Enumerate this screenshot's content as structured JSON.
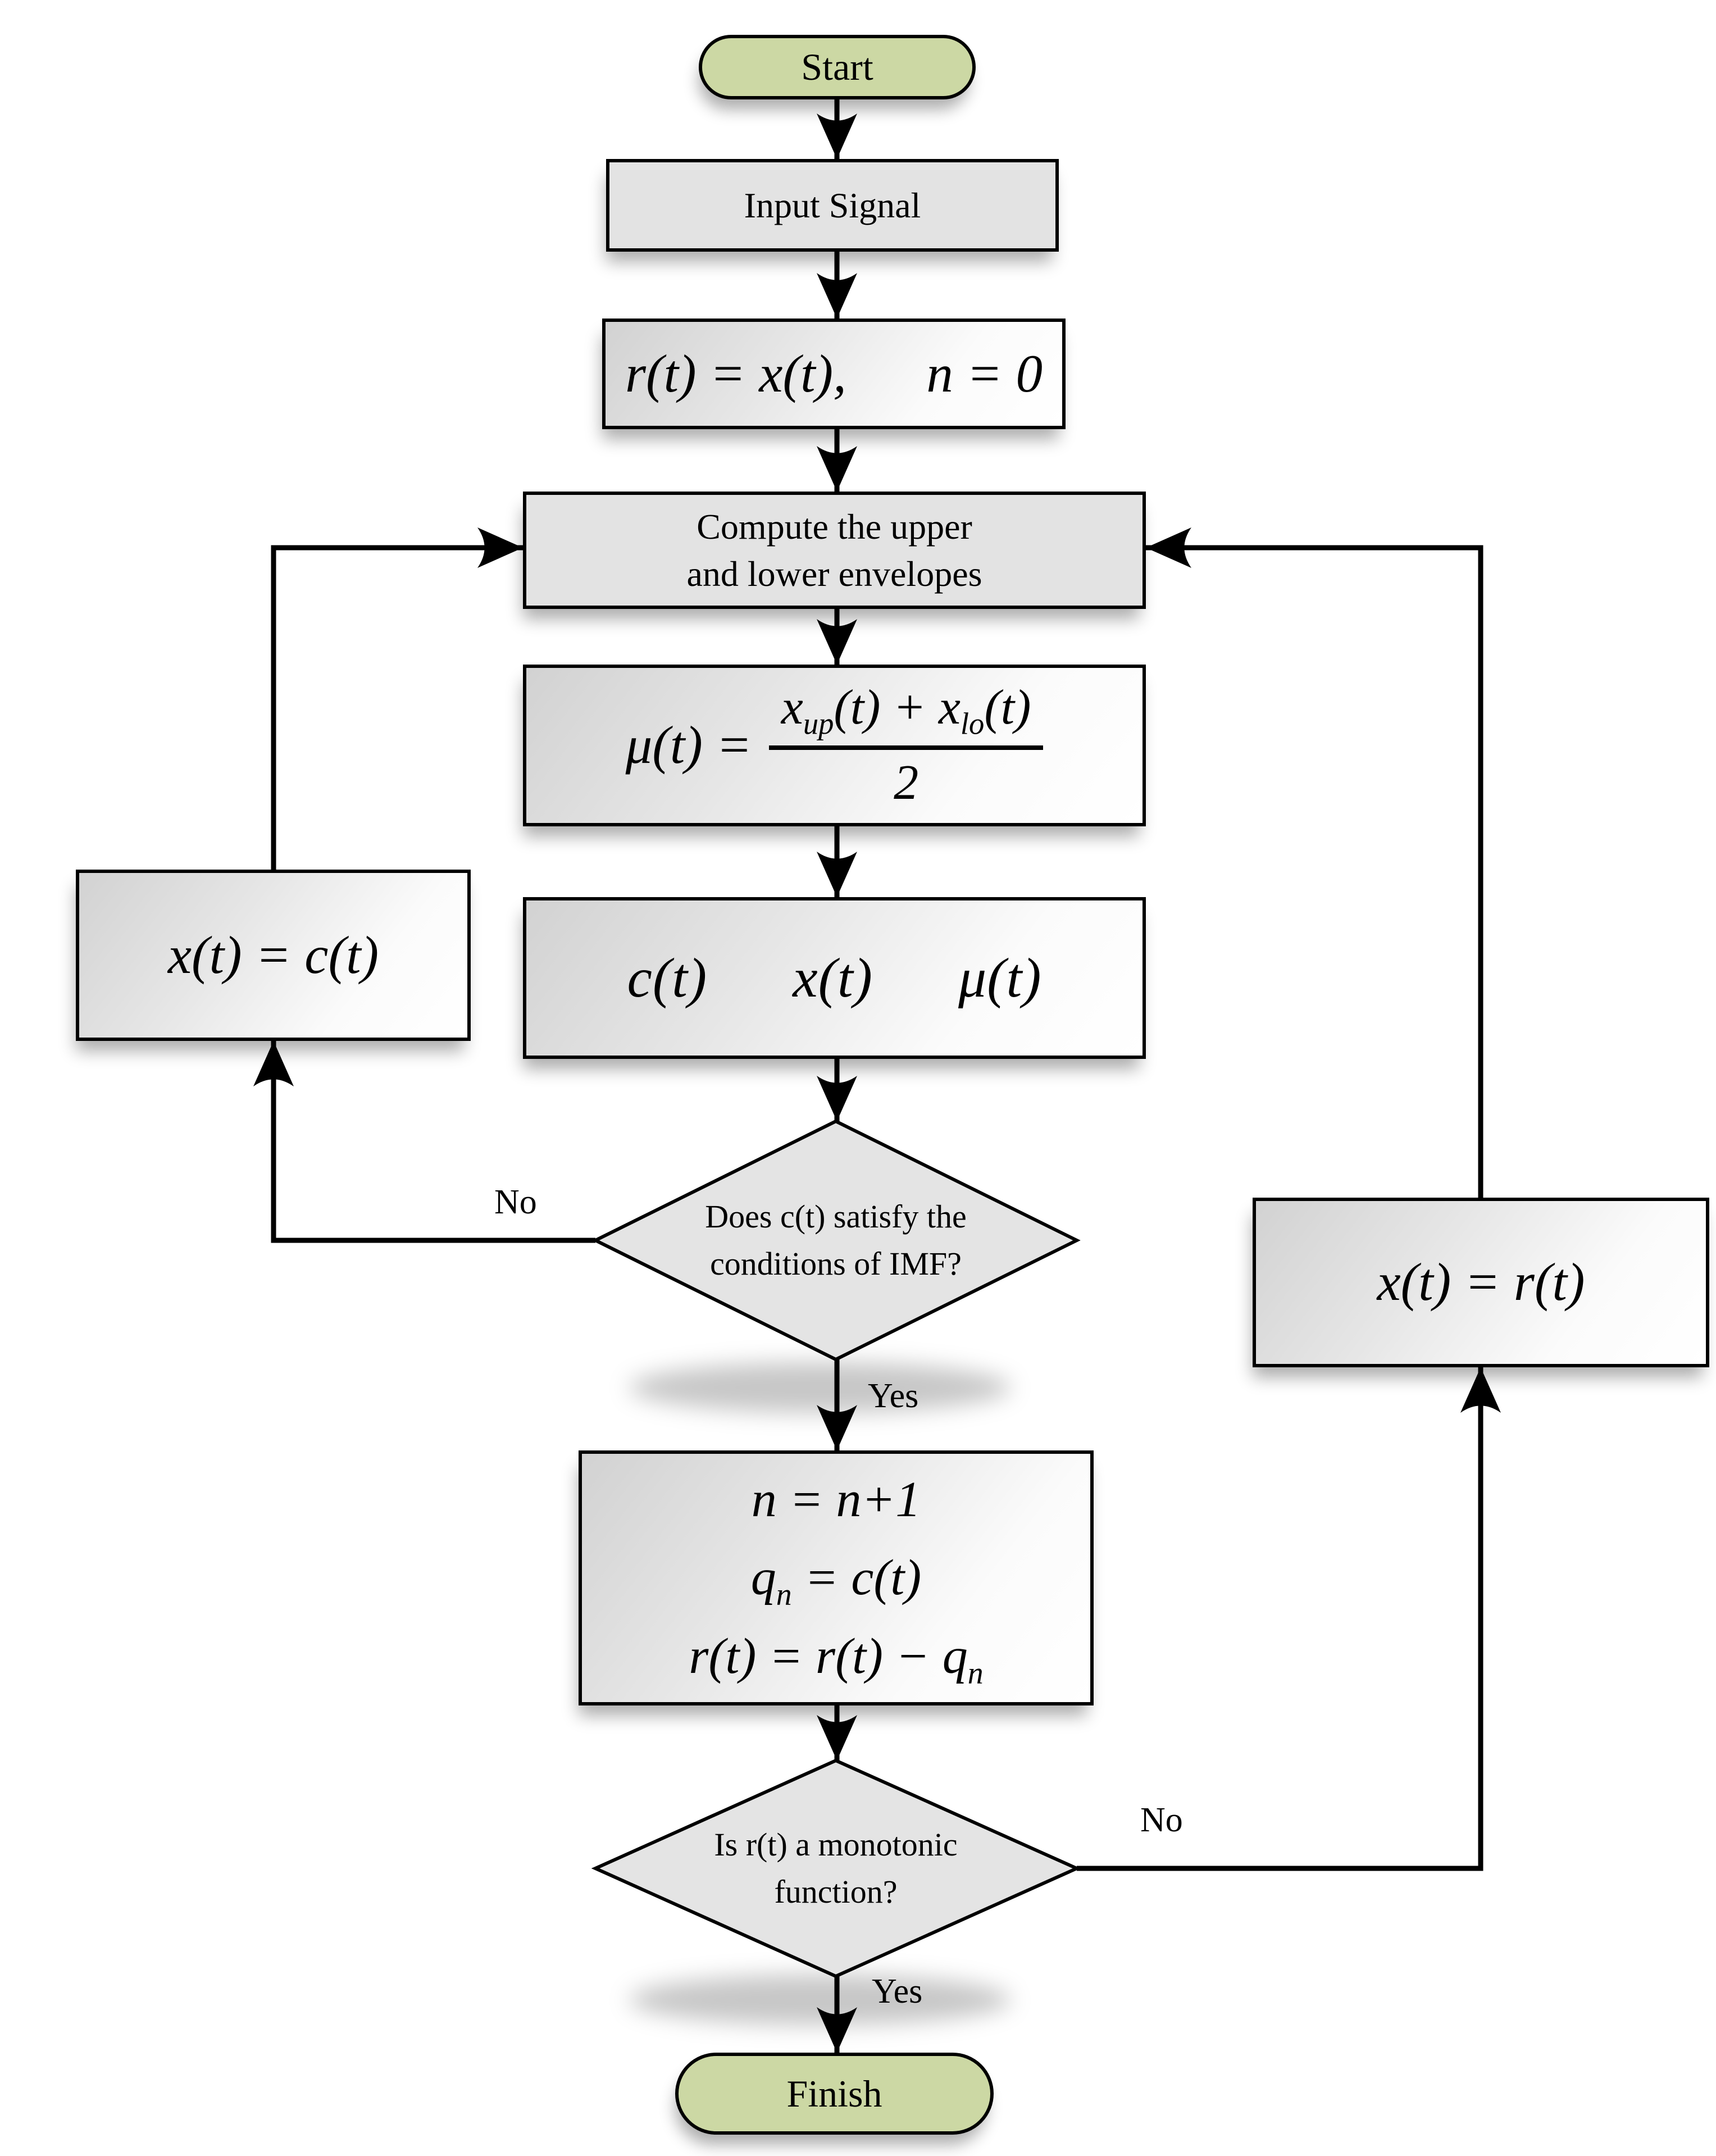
{
  "diagram_title": "EMD sifting flowchart",
  "colors": {
    "terminal_fill": "#ccd8a4",
    "process_fill": "#e3e3e3",
    "gradient_fill_start": "#d2d2d2",
    "gradient_fill_end": "#ffffff",
    "line_color": "#000000"
  },
  "nodes": {
    "start": "Start",
    "input_signal": "Input Signal",
    "init": "r(t) = x(t),  n = 0",
    "envelopes_line1": "Compute the upper",
    "envelopes_line2": "and lower envelopes",
    "mean_lhs": "μ(t) =",
    "mean_num_x1": "x",
    "mean_num_sub1": "up",
    "mean_num_mid": "(t) + x",
    "mean_num_sub2": "lo",
    "mean_num_tail": "(t)",
    "mean_den": "2",
    "detail": "c(t)  x(t)  μ(t)",
    "imf_q_line1": "Does c(t) satisfy the",
    "imf_q_line2": "conditions of IMF?",
    "assign_c": "x(t) = c(t)",
    "assign_r": "x(t) = r(t)",
    "update_line1": "n = n+1",
    "update_line2_head": "q",
    "update_line2_sub": "n",
    "update_line2_tail": " = c(t)",
    "update_line3_head": "r(t) = r(t) − q",
    "update_line3_sub": "n",
    "monotonic_q_line1": "Is r(t) a monotonic",
    "monotonic_q_line2": "function?",
    "finish": "Finish"
  },
  "edge_labels": {
    "imf_no": "No",
    "imf_yes": "Yes",
    "monotonic_no": "No",
    "monotonic_yes": "Yes"
  }
}
